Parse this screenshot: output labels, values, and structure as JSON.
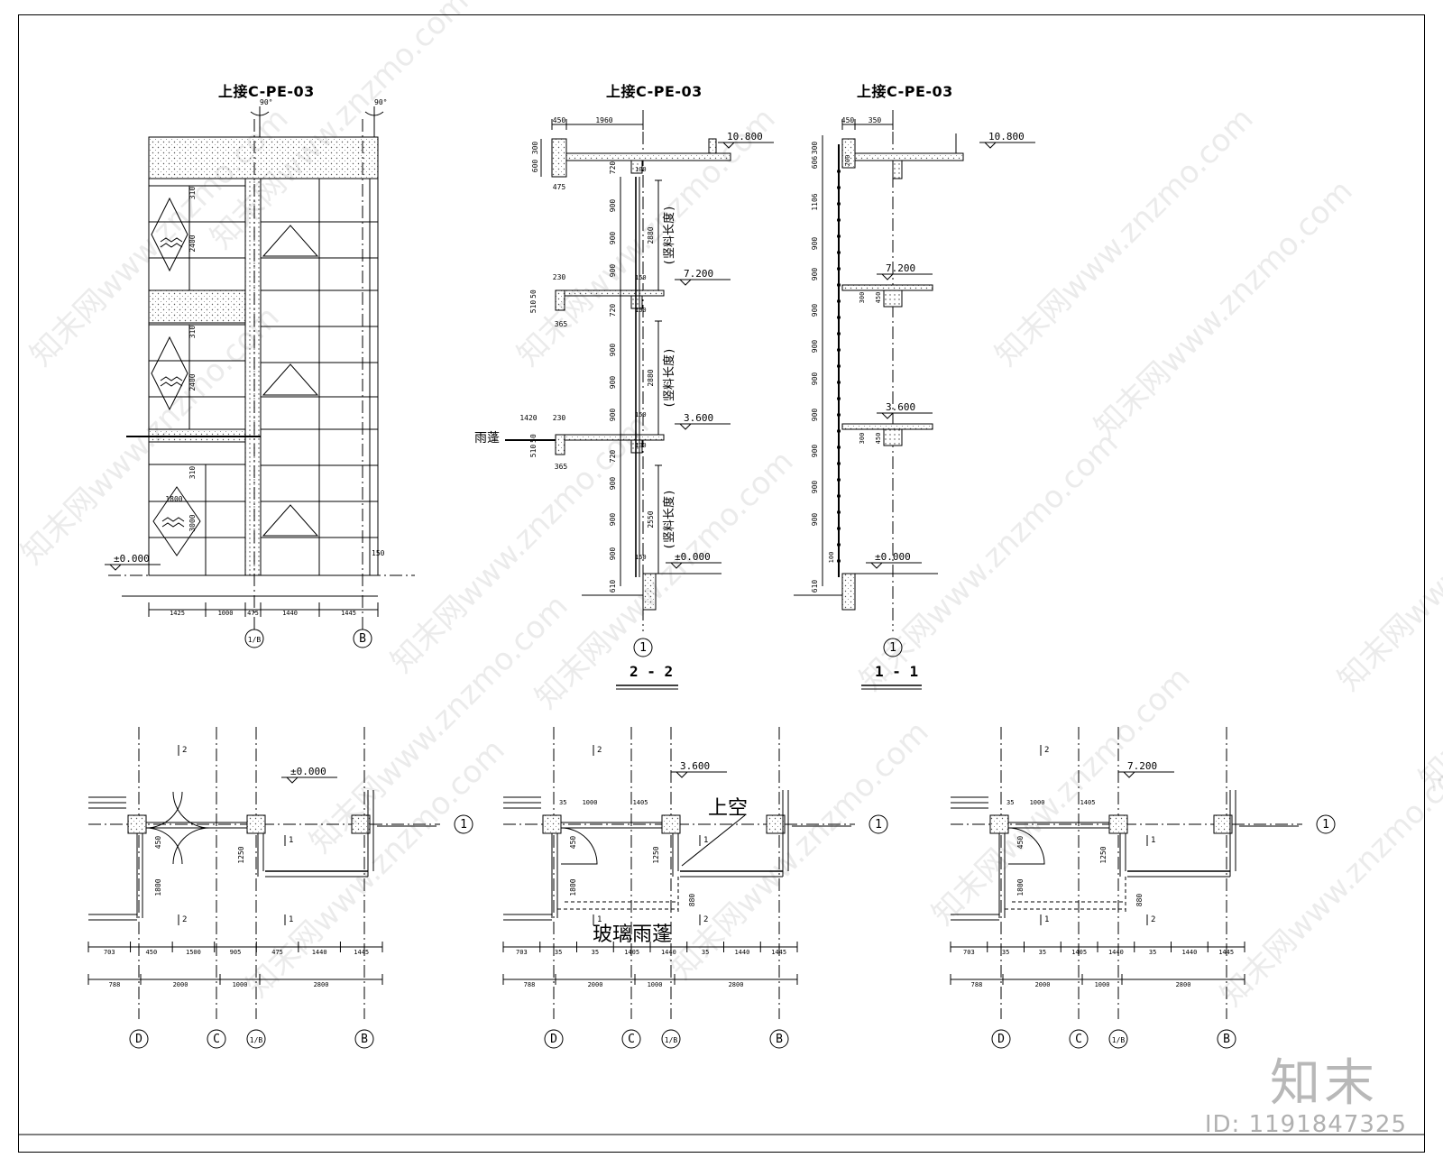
{
  "sheet": {
    "titles": [
      "上接C-PE-03",
      "上接C-PE-03",
      "上接C-PE-03"
    ],
    "section_names": [
      "2 - 2",
      "1 - 1"
    ],
    "canopy_label": "雨蓬",
    "upper_void_label": "上空",
    "glass_canopy_label": "玻璃雨蓬",
    "watermark": "知末网www.znzmo.com",
    "brand": "知末",
    "image_id": "ID: 1191847325"
  },
  "elevation": {
    "angle_left": "90°",
    "angle_right": "90°",
    "level_zero": "±0.000",
    "dims_bottom": [
      "1425",
      "1000",
      "475",
      "1440",
      "1445"
    ],
    "dim_right_small": "150",
    "door_width": "1800",
    "window_dims": [
      "310",
      "2400",
      "310",
      "2400",
      "310",
      "3000"
    ],
    "axes": [
      "1/B",
      "B"
    ]
  },
  "section22": {
    "top_dims": [
      "450",
      "1960"
    ],
    "left_dims": [
      "300",
      "600",
      "475"
    ],
    "vert_dims_1": [
      "720",
      "900",
      "900",
      "900"
    ],
    "vert_dims_2": [
      "720",
      "900",
      "900",
      "900"
    ],
    "vert_dims_3": [
      "720",
      "900",
      "900",
      "900",
      "610"
    ],
    "stud_label": "(竖料长度)",
    "stud_lengths": [
      "2880",
      "2880",
      "2550"
    ],
    "small_dims": [
      "100",
      "150",
      "100",
      "150",
      "100",
      "150"
    ],
    "slab_dims": [
      "230",
      "50",
      "510",
      "365"
    ],
    "slab_dims_2": [
      "1420",
      "230",
      "50",
      "510",
      "365"
    ],
    "levels": [
      "10.800",
      "7.200",
      "3.600",
      "±0.000"
    ],
    "axis": "1"
  },
  "section11": {
    "top_dims": [
      "450",
      "350"
    ],
    "left_dims": [
      "300",
      "606",
      "1106",
      "900",
      "900",
      "900",
      "900",
      "900",
      "900",
      "900",
      "900",
      "900",
      "610"
    ],
    "small_dims": [
      "200",
      "300",
      "450",
      "300",
      "450",
      "100"
    ],
    "levels": [
      "10.800",
      "7.200",
      "3.600",
      "±0.000"
    ],
    "axis": "1"
  },
  "plans": [
    {
      "level": "±0.000",
      "row1": [
        "703",
        "450",
        "1500",
        "905",
        "475",
        "1440",
        "1445"
      ],
      "row2": [
        "788",
        "2000",
        "1000",
        "2800"
      ],
      "inner": [
        "450",
        "1800",
        "1250"
      ],
      "marks": [
        "2",
        "1",
        "2",
        "1"
      ],
      "axes": [
        "D",
        "C",
        "1/B",
        "B"
      ],
      "axis_right": "1"
    },
    {
      "level": "3.600",
      "row1": [
        "703",
        "35",
        "35",
        "1405",
        "1440",
        "35",
        "1440",
        "1445"
      ],
      "row2": [
        "788",
        "2000",
        "1000",
        "2800"
      ],
      "inner": [
        "35",
        "1000",
        "1405",
        "450",
        "1800",
        "1250",
        "880"
      ],
      "marks": [
        "2",
        "1",
        "1",
        "2"
      ],
      "axes": [
        "D",
        "C",
        "1/B",
        "B"
      ],
      "axis_right": "1"
    },
    {
      "level": "7.200",
      "row1": [
        "703",
        "35",
        "35",
        "1405",
        "1440",
        "35",
        "1440",
        "1445"
      ],
      "row2": [
        "788",
        "2000",
        "1000",
        "2800"
      ],
      "inner": [
        "35",
        "1000",
        "1405",
        "450",
        "1800",
        "1250",
        "880"
      ],
      "marks": [
        "2",
        "1",
        "1",
        "2"
      ],
      "axes": [
        "D",
        "C",
        "1/B",
        "B"
      ],
      "axis_right": "1"
    }
  ]
}
